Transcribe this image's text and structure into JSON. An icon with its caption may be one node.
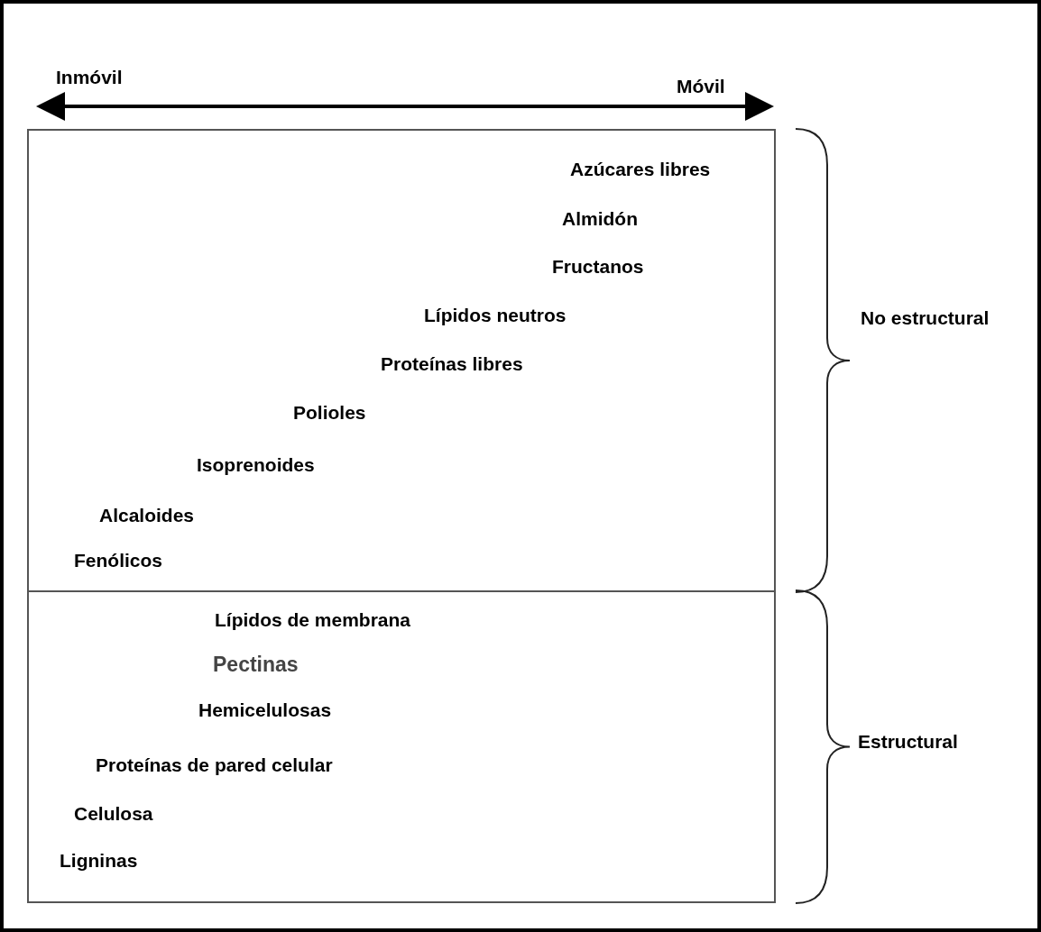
{
  "diagram": {
    "nodes": [
      {
        "text": [
          "No estructural"
        ]
      },
      {
        "text": [
          "Estructural"
        ]
      }
    ],
    "labels": [
      "Inmóvil",
      "Móvil",
      "Azúcares libres",
      "Almidón",
      "Fructanos",
      "Lípidos neutros",
      "Proteínas libres",
      "Polioles",
      "Isoprenoides",
      "Alcaloides",
      "Fenólicos",
      "Lípidos de membrana",
      "Pectinas",
      "Hemicelulosas",
      "Proteínas de pared celular",
      "Celulosa",
      "Ligninas"
    ]
  }
}
